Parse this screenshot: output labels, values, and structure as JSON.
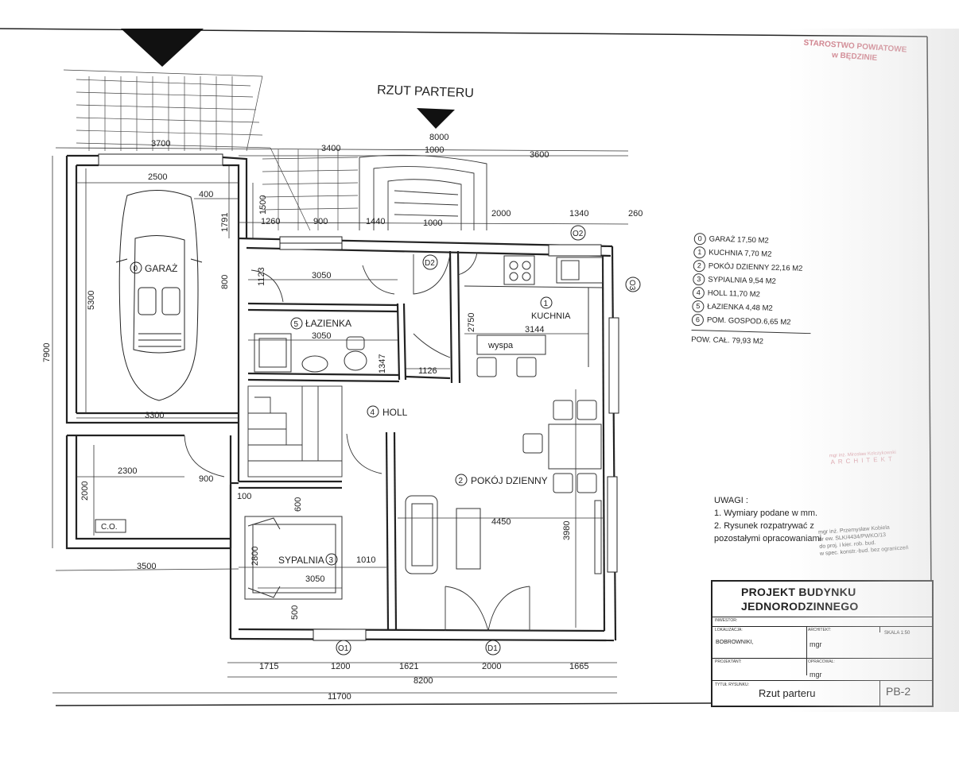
{
  "drawing": {
    "title": "RZUT PARTERU",
    "rooms": {
      "garage": {
        "num": "0",
        "name": "GARAŻ"
      },
      "kitchen": {
        "num": "1",
        "name": "KUCHNIA"
      },
      "living": {
        "num": "2",
        "name": "POKÓJ DZIENNY"
      },
      "bedroom": {
        "num": "3",
        "name": "SYPALNIA"
      },
      "hall": {
        "num": "4",
        "name": "HOLL"
      },
      "bathroom": {
        "num": "5",
        "name": "ŁAZIENKA"
      }
    },
    "labels": {
      "island": "wyspa",
      "boiler": "C.O.",
      "window_o1": "O1",
      "window_o2": "O2",
      "window_o3": "O3",
      "door_d1": "D1",
      "door_d2": "D2"
    },
    "dimensions": {
      "top_3700": "3700",
      "top_3400": "3400",
      "top_8000": "8000",
      "top_1000": "1000",
      "top_3600": "3600",
      "garage_2500": "2500",
      "garage_400": "400",
      "v_1791": "1791",
      "v_1500": "1500",
      "row_1260": "1260",
      "row_900": "900",
      "row_1440": "1440",
      "row_1000": "1000",
      "row_2000": "2000",
      "row_1340": "1340",
      "row_260": "260",
      "v_1123": "1123",
      "v_800": "800",
      "bath_3050_top": "3050",
      "bath_3050": "3050",
      "v_1347": "1347",
      "v_2750": "2750",
      "kitchen_3144": "3144",
      "h_1126": "1126",
      "v_5300": "5300",
      "v_7900": "7900",
      "garage_3300": "3300",
      "store_2300": "2300",
      "door_900": "900",
      "v_2000": "2000",
      "small_100": "100",
      "v_600": "600",
      "living_4450": "4450",
      "v_3980": "3980",
      "bed_2800": "2800",
      "bed_1010": "1010",
      "bed_3050": "3050",
      "v_500": "500",
      "left_3500": "3500",
      "bot_1715": "1715",
      "bot_1200": "1200",
      "bot_1621": "1621",
      "bot_2000": "2000",
      "bot_1665": "1665",
      "bot_8200": "8200",
      "bot_11700": "11700"
    }
  },
  "legend": {
    "items": [
      {
        "num": "0",
        "text": "GARAŻ 17,50 M2"
      },
      {
        "num": "1",
        "text": "KUCHNIA 7,70 M2"
      },
      {
        "num": "2",
        "text": "POKÓJ DZIENNY  22,16 M2"
      },
      {
        "num": "3",
        "text": "SYPIALNIA 9,54 M2"
      },
      {
        "num": "4",
        "text": "HOLL 11,70 M2"
      },
      {
        "num": "5",
        "text": "ŁAZIENKA 4,48 M2"
      },
      {
        "num": "6",
        "text": "POM. GOSPOD.6,65 M2"
      }
    ],
    "total": "POW. CAŁ. 79,93 M2"
  },
  "notes": {
    "heading": "UWAGI :",
    "line1": "1. Wymiary podane w mm.",
    "line2": "2. Rysunek rozpatrywać z",
    "line3": "pozostałymi opracowaniami"
  },
  "stamps": {
    "office_line1": "STAROSTWO POWIATOWE",
    "office_line2": "w BĘDZINIE",
    "architect_line1": "mgr inż. Mirosław Kolczykowski",
    "architect_big": "ARCHITEKT",
    "signature_line1": "mgr inż. Przemysław Kobiela",
    "signature_line2": "nr ew. SLK/4434/PWKO/13",
    "signature_line3": "do proj. i kier. rob. bud.",
    "signature_line4": "w spec. konstr.-bud. bez ograniczeń"
  },
  "title_block": {
    "title_line1": "PROJEKT BUDYNKU",
    "title_line2": "JEDNORODZINNEGO",
    "investor_label": "INWESTOR:",
    "location_label": "LOKALIZACJA:",
    "architect_label": "ARCHITEKT:",
    "scale": "SKALA  1:50",
    "location_value": "BOBROWNIKI,",
    "mgr1": "mgr",
    "designer_label": "PROJEKTANT:",
    "prepared_label": "OPRACOWAŁ:",
    "mgr2": "mgr",
    "drawing_label": "TYTUŁ RYSUNKU:",
    "drawing_title": "Rzut parteru",
    "code": "PB-2"
  },
  "colors": {
    "ink": "#222222",
    "stamp": "#c05060",
    "paper": "#ffffff"
  }
}
